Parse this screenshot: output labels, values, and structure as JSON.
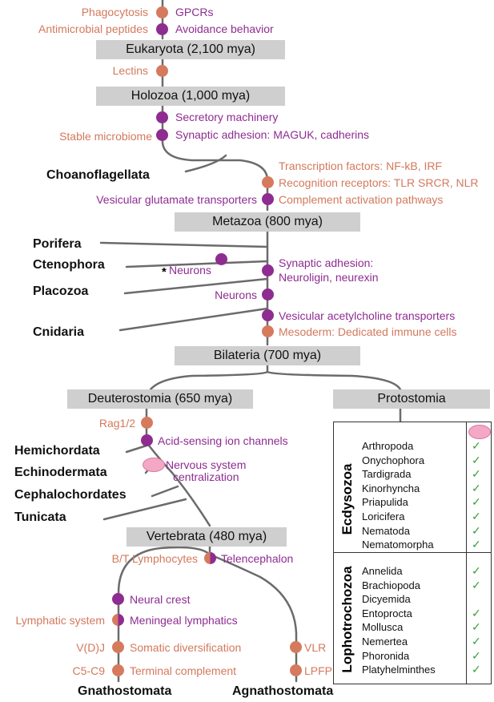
{
  "labels": {
    "phagocytosis": "Phagocytosis",
    "gpcrs": "GPCRs",
    "antimicrobial": "Antimicrobial peptides",
    "avoidance": "Avoidance behavior",
    "lectins": "Lectins",
    "secretory": "Secretory machinery",
    "stable_microbiome": "Stable microbiome",
    "synaptic_maguk": "Synaptic adhesion: MAGUK, cadherins",
    "tf": "Transcription factors: NF-kB, IRF",
    "recog": "Recognition receptors: TLR SRCR, NLR",
    "vglut": "Vesicular glutamate transporters",
    "complement": "Complement activation pathways",
    "neurons_star": "Neurons",
    "star": "*",
    "synaptic_neuroligin_1": "Synaptic adhesion:",
    "synaptic_neuroligin_2": "Neuroligin, neurexin",
    "neurons": "Neurons",
    "vacht": "Vesicular acetylcholine transporters",
    "mesoderm": "Mesoderm: Dedicated immune cells",
    "rag": "Rag1/2",
    "asic": "Acid-sensing ion channels",
    "ns_1": "Nervous system",
    "ns_2": "centralization",
    "bt": "B/T Lymphocytes",
    "telencephalon": "Telencephalon",
    "neural_crest": "Neural crest",
    "lymphatic": "Lymphatic system",
    "meningeal": "Meningeal lymphatics",
    "vdj": "V(D)J",
    "somatic": "Somatic diversification",
    "vlr": "VLR",
    "c5c9": "C5-C9",
    "terminal": "Terminal complement",
    "lpfp": "LPFP"
  },
  "boxes": {
    "eukaryota": "Eukaryota (2,100 mya)",
    "holozoa": "Holozoa (1,000 mya)",
    "metazoa": "Metazoa (800 mya)",
    "bilateria": "Bilateria (700 mya)",
    "deuterostomia": "Deuterostomia (650 mya)",
    "protostomia": "Protostomia",
    "vertebrata": "Vertebrata (480 mya)"
  },
  "taxa": {
    "choanoflagellata": "Choanoflagellata",
    "porifera": "Porifera",
    "ctenophora": "Ctenophora",
    "placozoa": "Placozoa",
    "cnidaria": "Cnidaria",
    "hemichordata": "Hemichordata",
    "echinodermata": "Echinodermata",
    "cephalochordates": "Cephalochordates",
    "tunicata": "Tunicata",
    "gnathostomata": "Gnathostomata",
    "agnathostomata": "Agnathostomata"
  },
  "protostomes": {
    "ecdysozoa_label": "Ecdysozoa",
    "lophotrochozoa_label": "Lophotrochozoa",
    "ecdysozoa": [
      {
        "name": "Arthropoda",
        "check": "✓"
      },
      {
        "name": "Onychophora",
        "check": "✓"
      },
      {
        "name": "Tardigrada",
        "check": "✓"
      },
      {
        "name": "Kinorhyncha",
        "check": "✓"
      },
      {
        "name": "Priapulida",
        "check": "✓"
      },
      {
        "name": "Loricifera",
        "check": "✓"
      },
      {
        "name": "Nematoda",
        "check": "✓"
      },
      {
        "name": "Nematomorpha",
        "check": "✓"
      }
    ],
    "lophotrochozoa": [
      {
        "name": "Annelida",
        "check": "✓"
      },
      {
        "name": "Brachiopoda",
        "check": "✓"
      },
      {
        "name": "Dicyemida",
        "check": ""
      },
      {
        "name": "Entoprocta",
        "check": "✓"
      },
      {
        "name": "Mollusca",
        "check": "✓"
      },
      {
        "name": "Nemertea",
        "check": "✓"
      },
      {
        "name": "Phoronida",
        "check": "✓"
      },
      {
        "name": "Platyhelminthes",
        "check": "✓"
      }
    ]
  },
  "colors": {
    "immune": "#d3795d",
    "neural": "#8e2c92",
    "box": "#cfcfcf",
    "line": "#6b6b6b",
    "check": "#3aa23a",
    "brain": "#f4a8c6"
  },
  "icons": {
    "brain": "brain-icon",
    "check": "check-icon"
  }
}
